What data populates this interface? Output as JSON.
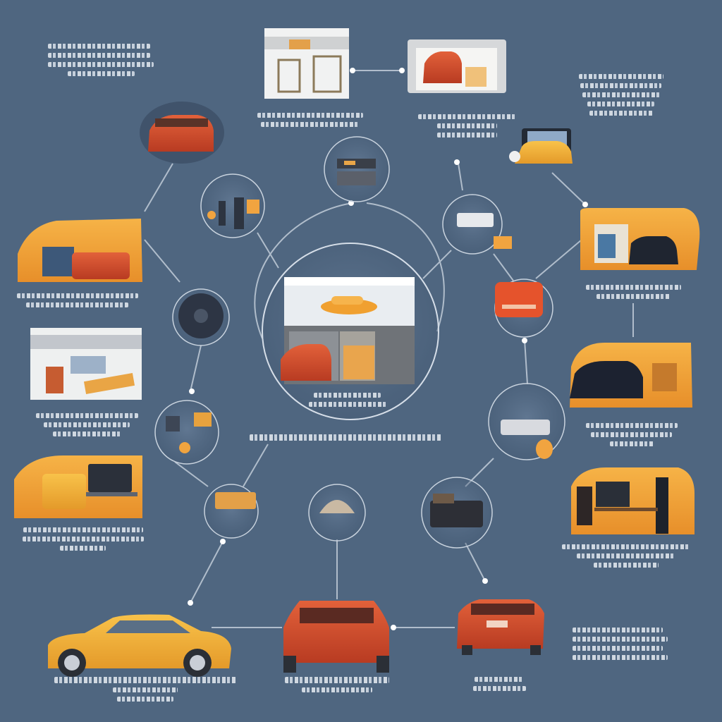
{
  "colors": {
    "background": "#4f6680",
    "connector": "#c9d3de",
    "node_dot": "#ffffff",
    "accent_orange": "#f2a33a",
    "car_red": "#d9512e",
    "car_yellow": "#f2b33a"
  },
  "nodes": [
    {
      "id": "hub-showroom",
      "icon": "showroom-car-icon",
      "shape": "circle"
    },
    {
      "id": "node-workshop-top",
      "icon": "garage-shelves-icon",
      "shape": "photo"
    },
    {
      "id": "node-red-car-top",
      "icon": "red-car-front-icon",
      "shape": "photo"
    },
    {
      "id": "node-office-desk",
      "icon": "desk-monitor-icon",
      "shape": "bubble"
    },
    {
      "id": "node-parts-circle",
      "icon": "engine-parts-icon",
      "shape": "circle"
    },
    {
      "id": "node-dashboard",
      "icon": "dashboard-icon",
      "shape": "circle"
    },
    {
      "id": "node-yellow-taxi",
      "icon": "taxi-icon",
      "shape": "vehicle"
    },
    {
      "id": "node-dealer-right",
      "icon": "dealership-icon",
      "shape": "tab"
    },
    {
      "id": "node-orange-badge",
      "icon": "battery-icon",
      "shape": "circle"
    },
    {
      "id": "node-black-suv",
      "icon": "suv-icon",
      "shape": "tab"
    },
    {
      "id": "node-printer",
      "icon": "scanner-icon",
      "shape": "circle"
    },
    {
      "id": "node-workstation",
      "icon": "technician-icon",
      "shape": "tab"
    },
    {
      "id": "node-truck-left",
      "icon": "truck-icon",
      "shape": "tab"
    },
    {
      "id": "node-fan",
      "icon": "fan-icon",
      "shape": "circle"
    },
    {
      "id": "node-mechanic-room",
      "icon": "mechanic-icon",
      "shape": "photo"
    },
    {
      "id": "node-tools",
      "icon": "tools-icon",
      "shape": "circle"
    },
    {
      "id": "node-laptop-car",
      "icon": "laptop-icon",
      "shape": "tab"
    },
    {
      "id": "node-cake",
      "icon": "parcel-icon",
      "shape": "circle"
    },
    {
      "id": "node-dome",
      "icon": "dome-icon",
      "shape": "circle"
    },
    {
      "id": "node-console",
      "icon": "console-icon",
      "shape": "circle"
    },
    {
      "id": "node-yellow-car",
      "icon": "yellow-sedan-icon",
      "shape": "vehicle"
    },
    {
      "id": "node-red-sedan-rear",
      "icon": "red-sedan-rear-icon",
      "shape": "vehicle"
    },
    {
      "id": "node-red-car-rear-small",
      "icon": "red-car-rear-icon",
      "shape": "vehicle"
    }
  ],
  "edges": [
    {
      "from": "hub-showroom",
      "to": "node-parts-circle"
    },
    {
      "from": "hub-showroom",
      "to": "node-dashboard"
    },
    {
      "from": "hub-showroom",
      "to": "node-fan"
    },
    {
      "from": "hub-showroom",
      "to": "node-orange-badge"
    },
    {
      "from": "node-workshop-top",
      "to": "node-red-car-top"
    },
    {
      "from": "node-dashboard",
      "to": "node-orange-badge"
    },
    {
      "from": "node-orange-badge",
      "to": "node-printer"
    },
    {
      "from": "node-yellow-car",
      "to": "node-red-sedan-rear"
    },
    {
      "from": "node-red-sedan-rear",
      "to": "node-red-car-rear-small"
    },
    {
      "from": "node-cake",
      "to": "node-tools"
    },
    {
      "from": "node-console",
      "to": "node-printer"
    }
  ]
}
